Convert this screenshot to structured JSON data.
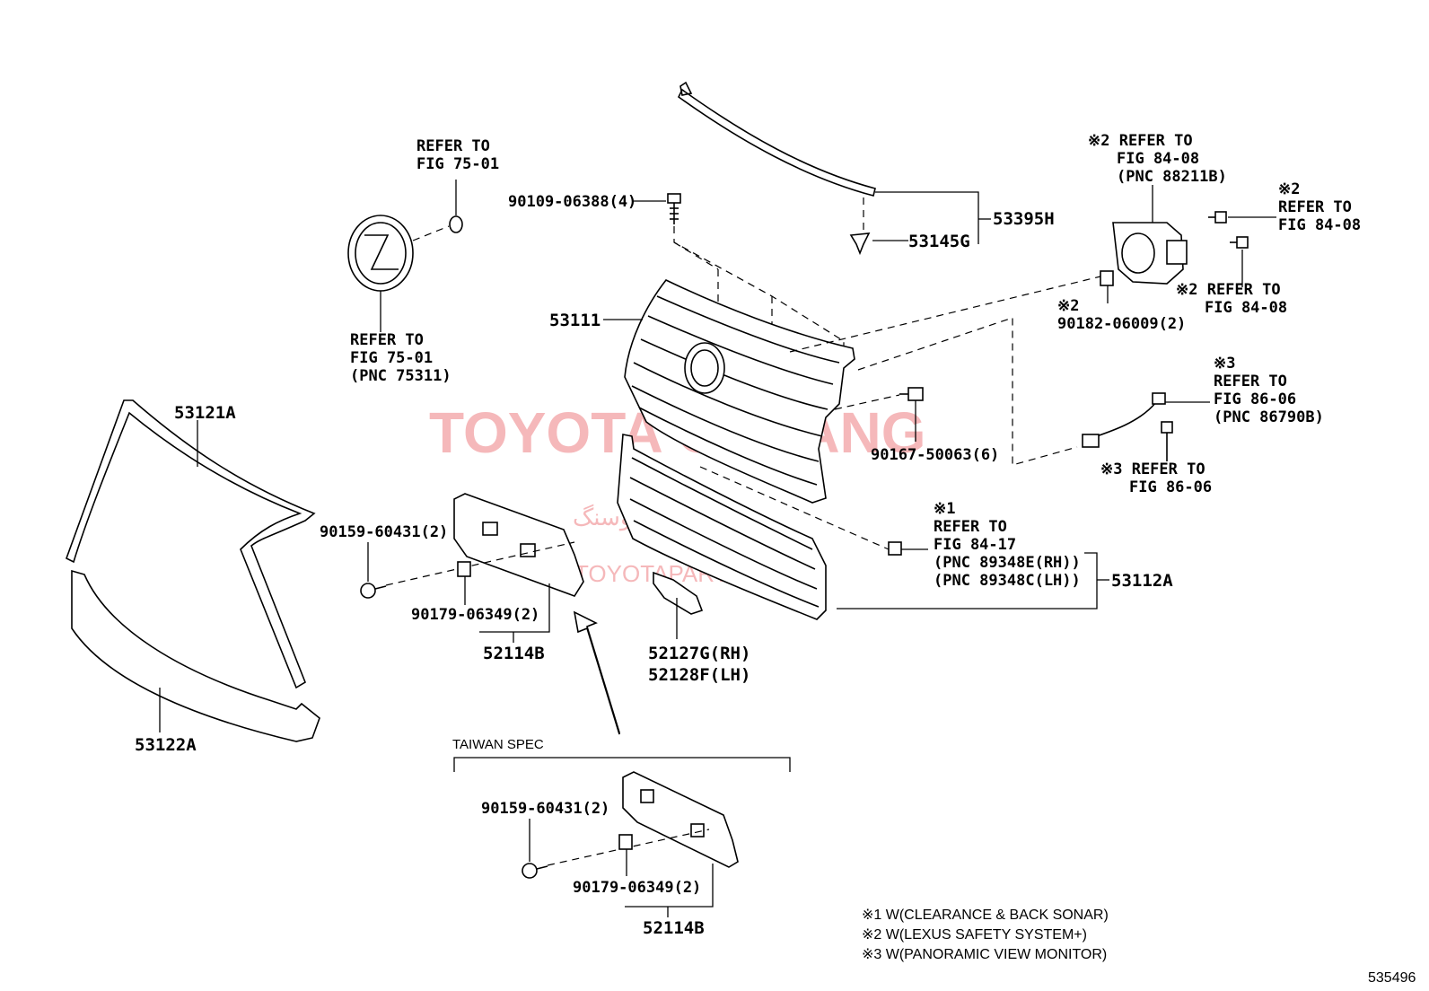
{
  "watermark": {
    "main": "TOYOTA OSSANG",
    "url": "TOYOTAPARTS.IR",
    "arabic": "تویوتا اوسنگ"
  },
  "refer": {
    "emblem_top": {
      "l1": "REFER TO",
      "l2": "FIG 75-01"
    },
    "emblem_bottom": {
      "l1": "REFER TO",
      "l2": "FIG 75-01",
      "l3": "(PNC 75311)"
    },
    "sensor_top": {
      "l1": "※2 REFER TO",
      "l2": "FIG 84-08",
      "l3": "(PNC 88211B)"
    },
    "sensor_right": {
      "l0": "※2",
      "l1": "REFER TO",
      "l2": "FIG 84-08"
    },
    "sensor_mid": {
      "l1": "※2 REFER TO",
      "l2": "FIG 84-08"
    },
    "camera_top": {
      "l0": "※3",
      "l1": "REFER TO",
      "l2": "FIG 86-06",
      "l3": "(PNC 86790B)"
    },
    "camera_bottom": {
      "l1": "※3 REFER TO",
      "l2": "FIG 86-06"
    },
    "sonar": {
      "l0": "※1",
      "l1": "REFER TO",
      "l2": "FIG 84-17",
      "l3": "(PNC 89348E(RH))",
      "l4": "(PNC 89348C(LH))"
    }
  },
  "parts": {
    "bolt_top": "90109-06388(4)",
    "clip_53145g": "53145G",
    "molding_53395h": "53395H",
    "grille_53111": "53111",
    "clip_90182": "※2",
    "clip_90182_num": "90182-06009(2)",
    "clip_90167": "90167-50063(6)",
    "surround_53121a": "53121A",
    "molding_53122a": "53122A",
    "screw_90159": "90159-60431(2)",
    "nut_90179": "90179-06349(2)",
    "bracket_52114b": "52114B",
    "bracket_52127g": "52127G(RH)",
    "bracket_52128f": "52128F(LH)",
    "grille_53112a": "53112A"
  },
  "taiwan": {
    "title": "TAIWAN SPEC",
    "screw": "90159-60431(2)",
    "nut": "90179-06349(2)",
    "bracket": "52114B"
  },
  "notes": [
    "※1 W(CLEARANCE & BACK SONAR)",
    "※2 W(LEXUS SAFETY SYSTEM+)",
    "※3 W(PANORAMIC VIEW MONITOR)"
  ],
  "figure_number": "535496"
}
